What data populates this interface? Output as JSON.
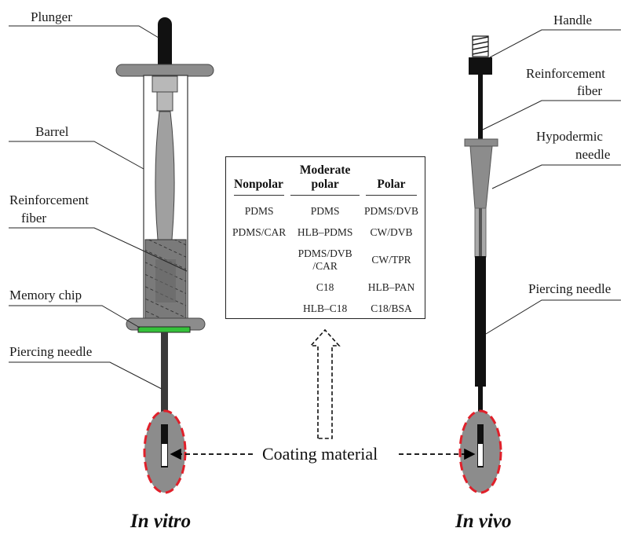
{
  "in_vitro_device": {
    "labels": {
      "plunger": "Plunger",
      "barrel": "Barrel",
      "reinforcement_fiber_line1": "Reinforcement",
      "reinforcement_fiber_line2": "fiber",
      "memory_chip": "Memory chip",
      "piercing_needle": "Piercing needle"
    },
    "caption": "In vitro"
  },
  "in_vivo_device": {
    "labels": {
      "handle": "Handle",
      "reinforcement_fiber_line1": "Reinforcement",
      "reinforcement_fiber_line2": "fiber",
      "hypodermic_needle_line1": "Hypodermic",
      "hypodermic_needle_line2": "needle",
      "piercing_needle": "Piercing needle"
    },
    "caption": "In vivo"
  },
  "coating_label": "Coating material",
  "coating_table": {
    "headers": [
      "Nonpolar",
      "Moderate polar",
      "Polar"
    ],
    "rows": [
      [
        "PDMS",
        "PDMS",
        "PDMS/DVB"
      ],
      [
        "PDMS/CAR",
        "HLB–PDMS",
        "CW/DVB"
      ],
      [
        "",
        "PDMS/DVB /CAR",
        "CW/TPR"
      ],
      [
        "",
        "C18",
        "HLB–PAN"
      ],
      [
        "",
        "HLB–C18",
        "C18/BSA"
      ]
    ]
  },
  "colors": {
    "device_gray": "#8c8c8c",
    "outline": "#2a2a2a",
    "coating_dash": "#e0202a",
    "memory_chip": "#35c23a",
    "needle": "#111111"
  }
}
